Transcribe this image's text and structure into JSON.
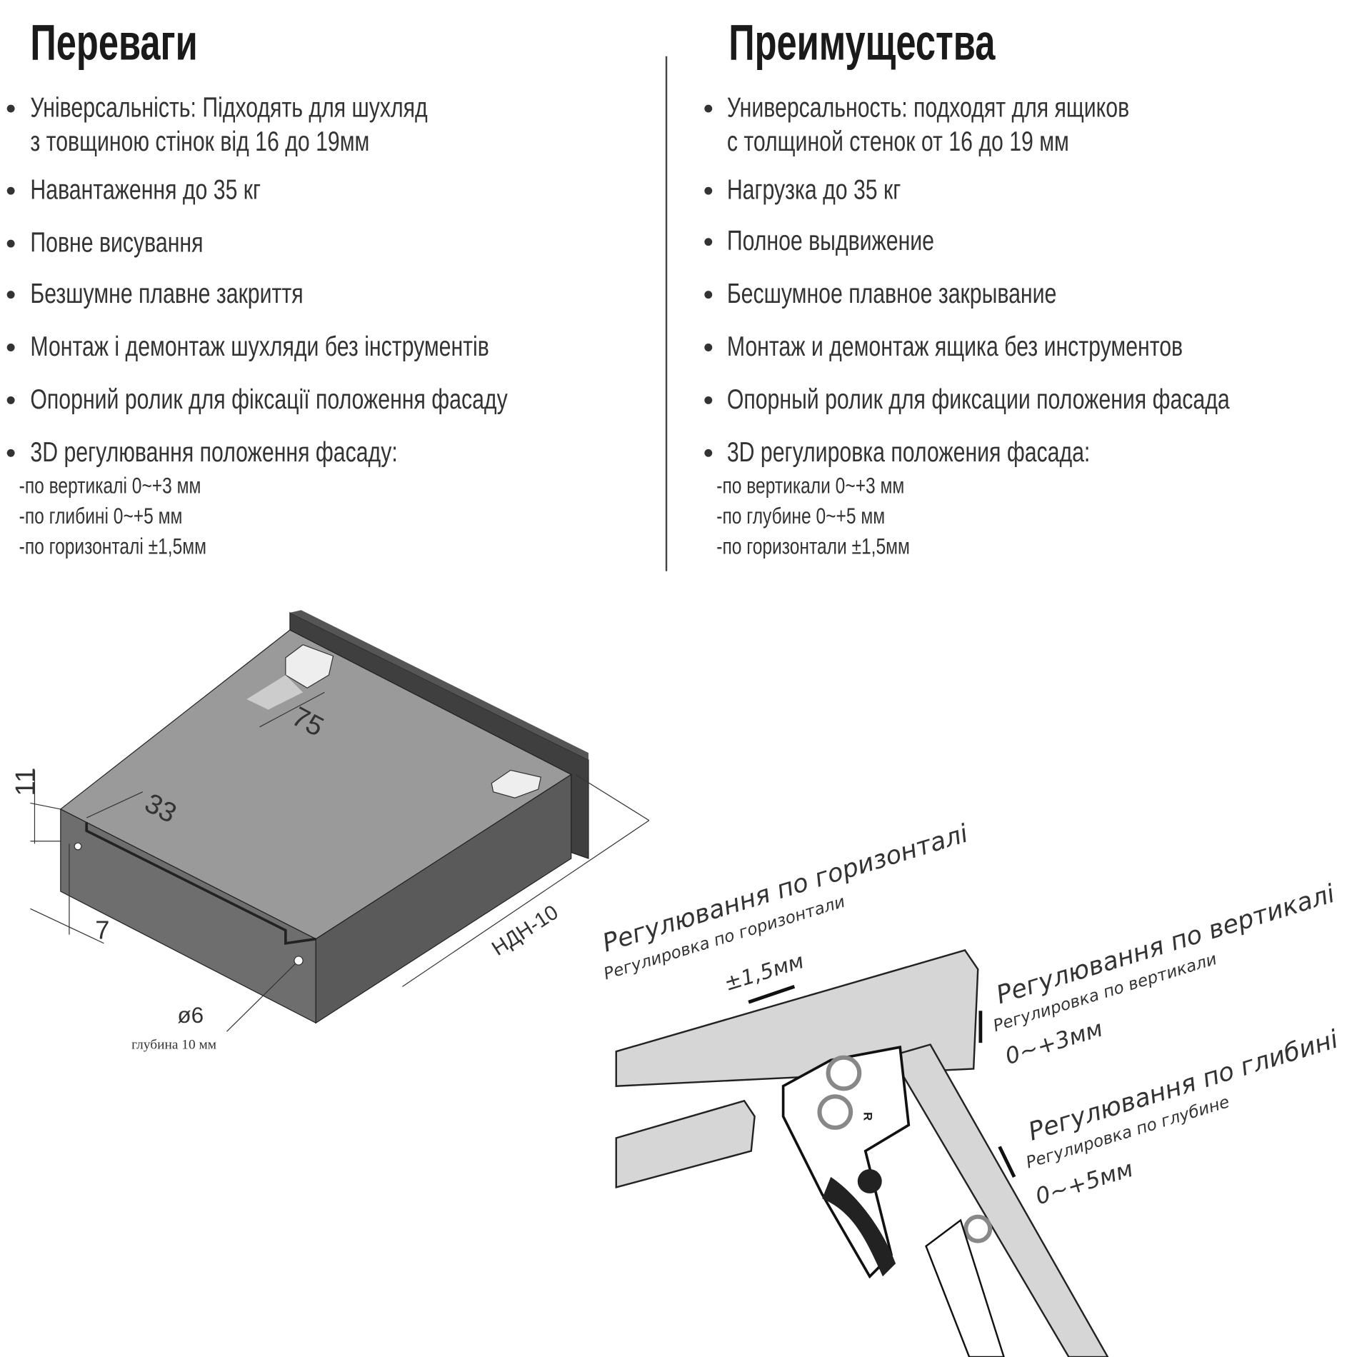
{
  "ua": {
    "title": "Переваги",
    "items": [
      "Універсальність: Підходять для шухляд",
      "з товщиною стінок  від 16 до 19мм",
      "Навантаження до 35 кг",
      "Повне висування",
      "Безшумне плавне закриття",
      "Монтаж і демонтаж шухляди без інструментів",
      "Опорний ролик для фіксації положення фасаду",
      "3D регулювання положення фасаду:"
    ],
    "sub": [
      "-по вертикалі 0~+3 мм",
      "-по глибині 0~+5 мм",
      "-по горизонталі ±1,5мм"
    ]
  },
  "ru": {
    "title": "Преимущества",
    "items": [
      "Универсальность: подходят для ящиков",
      "с толщиной стенок от 16 до 19 мм",
      "Нагрузка до 35 кг",
      "Полное выдвижение",
      "Бесшумное плавное закрывание",
      "Монтаж и демонтаж ящика без инструментов",
      "Опорный ролик для фиксации положения фасада",
      "3D регулировка положения фасада:"
    ],
    "sub": [
      "-по вертикали 0~+3 мм",
      "-по глубине 0~+5 мм",
      "-по горизонтали ±1,5мм"
    ]
  },
  "drawer": {
    "dim_75": "75",
    "dim_33": "33",
    "dim_11": "11",
    "dim_7": "7",
    "length": "НДН-10",
    "hole": "ø6",
    "hole_depth": "глубина 10 мм"
  },
  "adjust": {
    "horiz_ua": "Регулювання по горизонталі",
    "horiz_ru": "Регулировка по горизонтали",
    "horiz_val": "±1,5мм",
    "vert_ua": "Регулювання по вертикалі",
    "vert_ru": "Регулировка по вертикали",
    "vert_val": "0~+3мм",
    "depth_ua": "Регулювання по глибині",
    "depth_ru": "Регулировка по глубине",
    "depth_val": "0~+5мм",
    "mark": "R"
  }
}
